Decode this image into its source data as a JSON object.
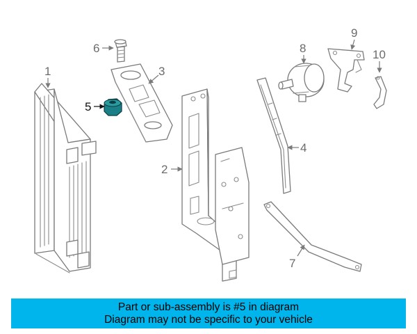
{
  "callouts": [
    {
      "id": "1",
      "label": "1"
    },
    {
      "id": "2",
      "label": "2"
    },
    {
      "id": "3",
      "label": "3"
    },
    {
      "id": "4",
      "label": "4"
    },
    {
      "id": "5",
      "label": "5"
    },
    {
      "id": "6",
      "label": "6"
    },
    {
      "id": "7",
      "label": "7"
    },
    {
      "id": "8",
      "label": "8"
    },
    {
      "id": "9",
      "label": "9"
    },
    {
      "id": "10",
      "label": "10"
    }
  ],
  "highlighted_part": "5",
  "colors": {
    "banner": "#00b5eb",
    "line": "#7a7a7a",
    "highlight_part": "#1a7f86"
  },
  "banner": {
    "line1": "Part or sub-assembly is #5 in diagram",
    "line2": "Diagram may not be specific to your vehicle"
  }
}
